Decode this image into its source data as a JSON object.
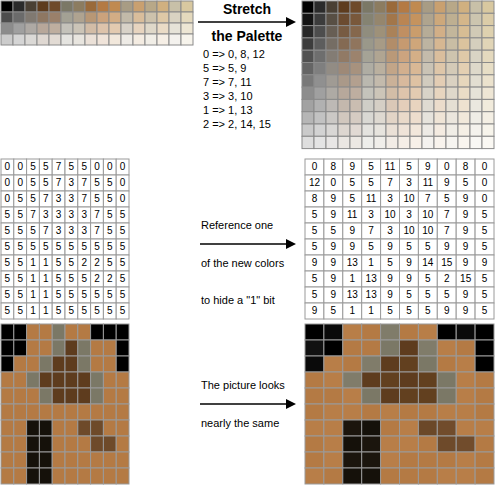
{
  "diagram": {
    "labels": [
      "Stretch",
      "the Palette",
      "0 => 0, 8, 12",
      "5 => 5, 9",
      "7 => 7, 11",
      "3 => 3, 10",
      "1 => 1, 13",
      "2 => 2, 14, 15",
      "Reference one",
      "of the new colors",
      "to hide a \"1\" bit",
      "The picture looks",
      "nearly the same",
      "0",
      "0",
      "5",
      "5",
      "7",
      "5",
      "5",
      "0",
      "0",
      "0",
      "0",
      "0",
      "5",
      "5",
      "7",
      "3",
      "7",
      "5",
      "5",
      "0",
      "0",
      "5",
      "5",
      "7",
      "3",
      "3",
      "7",
      "5",
      "5",
      "0",
      "5",
      "5",
      "7",
      "3",
      "3",
      "3",
      "3",
      "7",
      "5",
      "5",
      "5",
      "5",
      "5",
      "7",
      "3",
      "3",
      "3",
      "7",
      "5",
      "5",
      "5",
      "5",
      "5",
      "5",
      "5",
      "5",
      "5",
      "5",
      "5",
      "5",
      "5",
      "5",
      "1",
      "1",
      "5",
      "5",
      "2",
      "2",
      "5",
      "5",
      "5",
      "5",
      "1",
      "1",
      "5",
      "5",
      "5",
      "2",
      "2",
      "5",
      "5",
      "5",
      "1",
      "1",
      "5",
      "5",
      "5",
      "5",
      "5",
      "5",
      "5",
      "5",
      "1",
      "1",
      "5",
      "5",
      "5",
      "5",
      "5",
      "5",
      "0",
      "8",
      "9",
      "5",
      "11",
      "5",
      "9",
      "0",
      "8",
      "0",
      "12",
      "0",
      "5",
      "5",
      "7",
      "3",
      "11",
      "9",
      "5",
      "0",
      "8",
      "9",
      "5",
      "11",
      "3",
      "10",
      "7",
      "5",
      "9",
      "0",
      "5",
      "9",
      "11",
      "3",
      "10",
      "3",
      "10",
      "7",
      "9",
      "5",
      "5",
      "5",
      "9",
      "7",
      "3",
      "10",
      "10",
      "7",
      "9",
      "5",
      "5",
      "9",
      "9",
      "5",
      "9",
      "5",
      "5",
      "9",
      "9",
      "5",
      "9",
      "9",
      "13",
      "1",
      "5",
      "9",
      "14",
      "15",
      "9",
      "9",
      "5",
      "9",
      "1",
      "13",
      "9",
      "9",
      "5",
      "2",
      "15",
      "5",
      "5",
      "9",
      "13",
      "13",
      "9",
      "5",
      "5",
      "5",
      "9",
      "5",
      "9",
      "5",
      "1",
      "1",
      "5",
      "5",
      "5",
      "9",
      "9",
      "5"
    ]
  }
}
